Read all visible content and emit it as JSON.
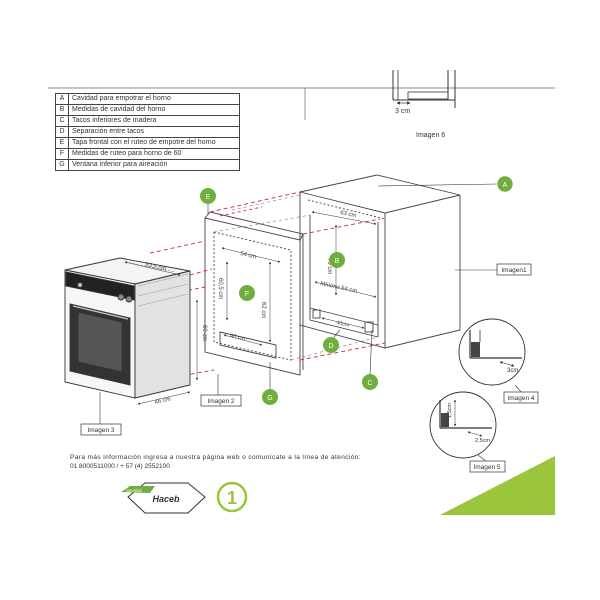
{
  "legend": [
    {
      "key": "A",
      "text": "Cavidad para empotrar el horno"
    },
    {
      "key": "B",
      "text": "Medidas de cavidad del horno"
    },
    {
      "key": "C",
      "text": "Tacos inferiores de madera"
    },
    {
      "key": "D",
      "text": "Separación entre tacos"
    },
    {
      "key": "E",
      "text": "Tapa frontal con el ruteo de empotre del horno"
    },
    {
      "key": "F",
      "text": "Medidas de ruteo para horno de 60"
    },
    {
      "key": "G",
      "text": "Ventana inferior para aireación"
    }
  ],
  "callouts": {
    "A": "A",
    "B": "B",
    "C": "C",
    "D": "D",
    "E": "E",
    "F": "F",
    "G": "G"
  },
  "image_labels": {
    "img1": "Imagen1",
    "img2": "Imagen 2",
    "img3": "Imagen 3",
    "img4": "Imagen 4",
    "img5": "Imagen 5",
    "img6": "Imagen 6"
  },
  "dimensions": {
    "cab_width": "63 cm",
    "cab_height": "70 cm",
    "cab_min_width": "Mínimo 54 cm",
    "taco_sep": "40cm",
    "front_width": "54 cm",
    "front_height": "62 cm",
    "front_side": "60,5 cm",
    "front_bottom": "40 cm",
    "oven_depth": "53,5 cm",
    "oven_height": "60 cm",
    "oven_width": "46 cm",
    "img6_dim": "3 cm",
    "img4_dim": "3cm",
    "img5_dim1": "1,5cm",
    "img5_dim2": "2,5cm"
  },
  "footer": {
    "line1": "Para más información ingresa a nuestra página web o comunícate a la línea de atención:",
    "line2": "01 8000511000  / + 57 (4) 2552100"
  },
  "brand": {
    "service_tag": "Servicio",
    "name": "Haceb",
    "page_number": "1"
  },
  "colors": {
    "accent_green": "#9BC53D",
    "callout_green": "#6FAE3D",
    "dim_red": "#D9252E",
    "line": "#333333"
  }
}
